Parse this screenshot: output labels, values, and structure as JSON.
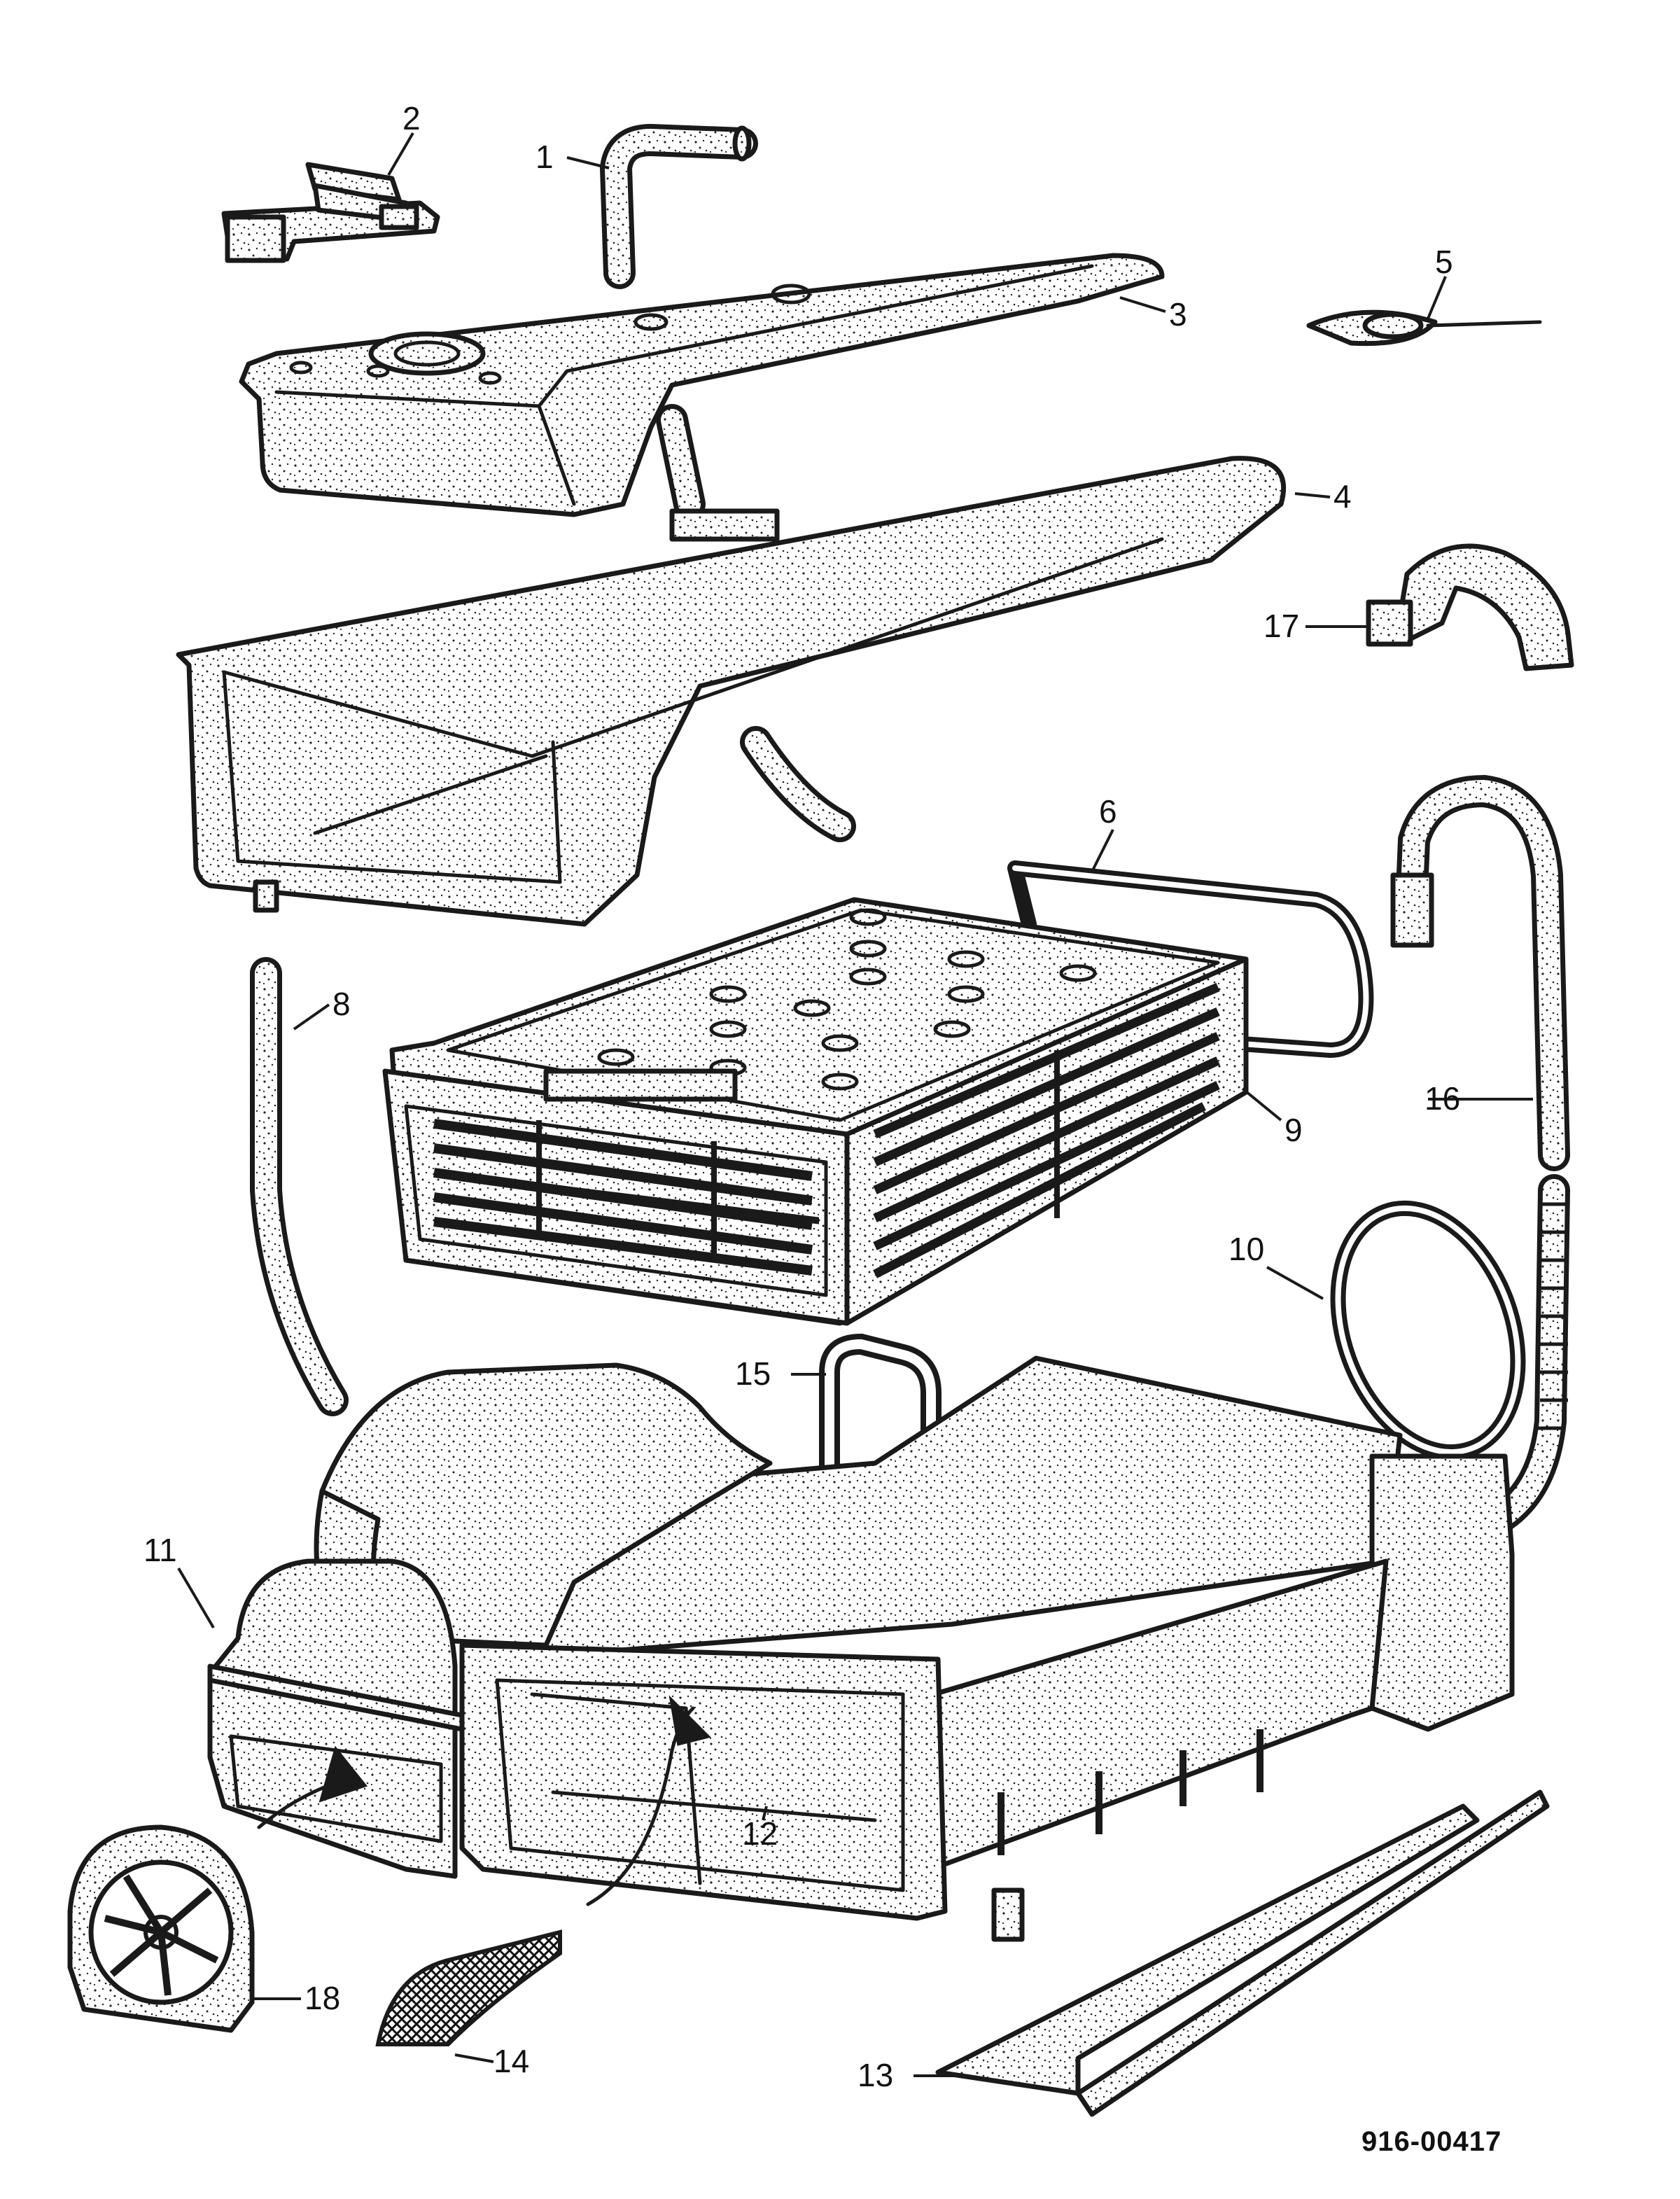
{
  "drawing_number": "916-00417",
  "callouts": [
    {
      "id": "1",
      "label": "1"
    },
    {
      "id": "2",
      "label": "2"
    },
    {
      "id": "3",
      "label": "3"
    },
    {
      "id": "4",
      "label": "4"
    },
    {
      "id": "5",
      "label": "5"
    },
    {
      "id": "6",
      "label": "6"
    },
    {
      "id": "8",
      "label": "8"
    },
    {
      "id": "9",
      "label": "9"
    },
    {
      "id": "10",
      "label": "10"
    },
    {
      "id": "11",
      "label": "11"
    },
    {
      "id": "12",
      "label": "12"
    },
    {
      "id": "13",
      "label": "13"
    },
    {
      "id": "14",
      "label": "14"
    },
    {
      "id": "15",
      "label": "15"
    },
    {
      "id": "16",
      "label": "16"
    },
    {
      "id": "17",
      "label": "17"
    },
    {
      "id": "18",
      "label": "18"
    }
  ]
}
